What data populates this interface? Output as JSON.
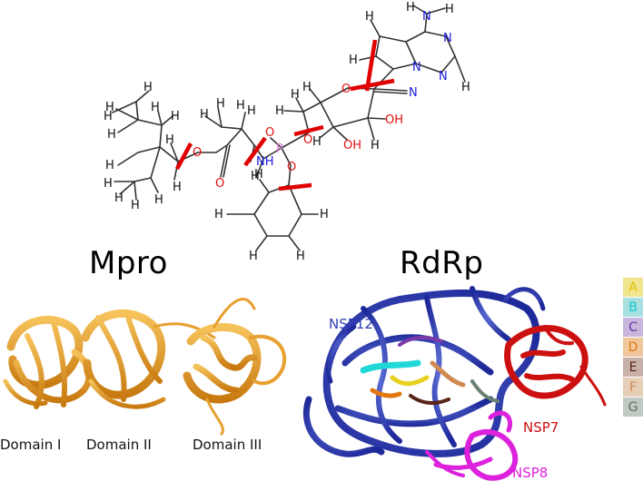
{
  "atoms": {
    "H": "H",
    "O": "O",
    "N": "N",
    "P": "P",
    "NH": "NH",
    "OH": "OH"
  },
  "colors": {
    "oxygen": "#e01010",
    "nitrogen": "#1a1adc",
    "phosphorus": "#e07ad8",
    "bond": "#333333",
    "cut": "#e00000",
    "mpro": "#f0a020",
    "nsp12": "#2f3db8",
    "nsp7": "#cc1010",
    "nsp8": "#dd22dd"
  },
  "mpro": {
    "title": "Mpro",
    "domains": [
      "Domain I",
      "Domain II",
      "Domain III"
    ]
  },
  "rdrp": {
    "title": "RdRp",
    "chains": {
      "nsp12": "NSP12",
      "nsp7": "NSP7",
      "nsp8": "NSP8"
    }
  },
  "key": [
    {
      "label": "A",
      "bg": "#f2e590",
      "fg": "#e0c000"
    },
    {
      "label": "B",
      "bg": "#a8dfe0",
      "fg": "#18c8d0"
    },
    {
      "label": "C",
      "bg": "#c9b6dc",
      "fg": "#6a2ea8"
    },
    {
      "label": "D",
      "bg": "#f0c79c",
      "fg": "#e07a10"
    },
    {
      "label": "E",
      "bg": "#c8b1a8",
      "fg": "#5a2418"
    },
    {
      "label": "F",
      "bg": "#e6cfb6",
      "fg": "#c88a58"
    },
    {
      "label": "G",
      "bg": "#c2c8c2",
      "fg": "#5a7060"
    }
  ]
}
